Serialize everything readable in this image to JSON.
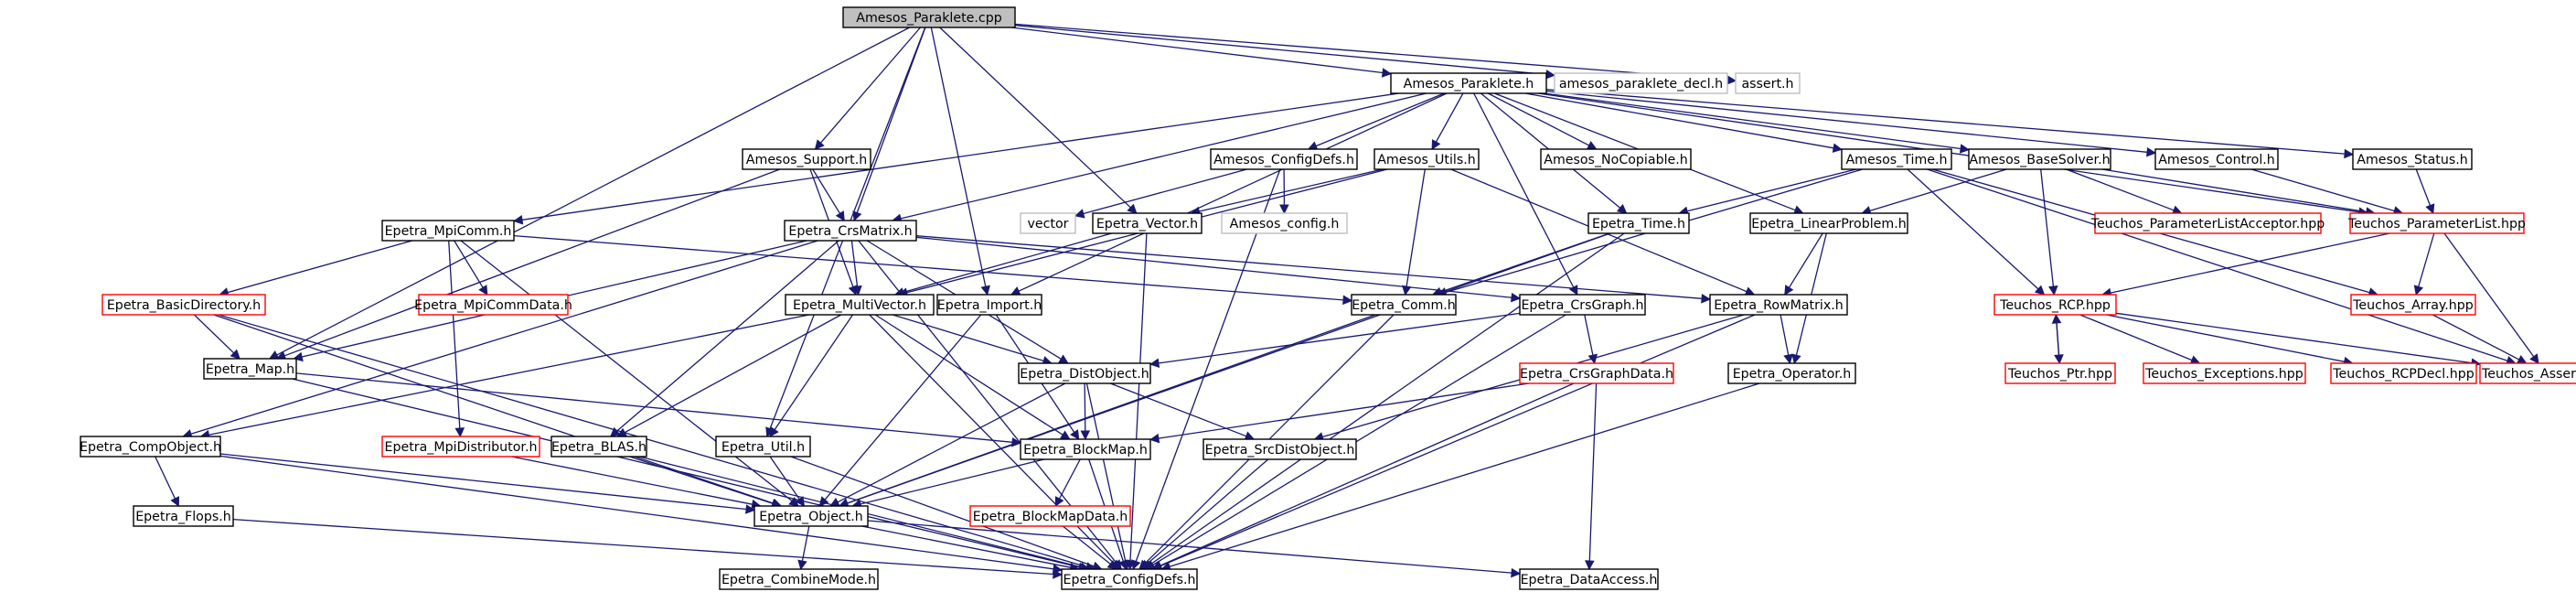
{
  "colors": {
    "edge": "#191970",
    "border_documented": "#000000",
    "border_undocumented": "#ff0000",
    "border_external": "#bfbfbf",
    "root_fill": "#bfbfbf",
    "fill": "#ffffff",
    "text": "#000000"
  },
  "nodes": [
    {
      "id": "amesos_paraklete_cpp",
      "label": "Amesos_Paraklete.cpp",
      "kind": "root"
    },
    {
      "id": "amesos_paraklete_h",
      "label": "Amesos_Paraklete.h",
      "kind": "normal"
    },
    {
      "id": "amesos_paraklete_decl_h",
      "label": "amesos_paraklete_decl.h",
      "kind": "external"
    },
    {
      "id": "assert_h",
      "label": "assert.h",
      "kind": "external"
    },
    {
      "id": "amesos_support_h",
      "label": "Amesos_Support.h",
      "kind": "normal"
    },
    {
      "id": "amesos_configdefs_h",
      "label": "Amesos_ConfigDefs.h",
      "kind": "normal"
    },
    {
      "id": "amesos_utils_h",
      "label": "Amesos_Utils.h",
      "kind": "normal"
    },
    {
      "id": "amesos_nocopiable_h",
      "label": "Amesos_NoCopiable.h",
      "kind": "normal"
    },
    {
      "id": "amesos_time_h",
      "label": "Amesos_Time.h",
      "kind": "normal"
    },
    {
      "id": "amesos_basesolver_h",
      "label": "Amesos_BaseSolver.h",
      "kind": "normal"
    },
    {
      "id": "amesos_control_h",
      "label": "Amesos_Control.h",
      "kind": "normal"
    },
    {
      "id": "amesos_status_h",
      "label": "Amesos_Status.h",
      "kind": "normal"
    },
    {
      "id": "epetra_mpicomm_h",
      "label": "Epetra_MpiComm.h",
      "kind": "normal"
    },
    {
      "id": "epetra_crsmatrix_h",
      "label": "Epetra_CrsMatrix.h",
      "kind": "normal"
    },
    {
      "id": "vector",
      "label": "vector",
      "kind": "external"
    },
    {
      "id": "epetra_vector_h",
      "label": "Epetra_Vector.h",
      "kind": "normal"
    },
    {
      "id": "amesos_config_h",
      "label": "Amesos_config.h",
      "kind": "external"
    },
    {
      "id": "epetra_time_h",
      "label": "Epetra_Time.h",
      "kind": "normal"
    },
    {
      "id": "epetra_linearproblem_h",
      "label": "Epetra_LinearProblem.h",
      "kind": "normal"
    },
    {
      "id": "teuchos_parameterlistacceptor_hpp",
      "label": "Teuchos_ParameterListAcceptor.hpp",
      "kind": "red"
    },
    {
      "id": "teuchos_parameterlist_hpp",
      "label": "Teuchos_ParameterList.hpp",
      "kind": "red"
    },
    {
      "id": "epetra_basicdirectory_h",
      "label": "Epetra_BasicDirectory.h",
      "kind": "red"
    },
    {
      "id": "epetra_mpicommdata_h",
      "label": "Epetra_MpiCommData.h",
      "kind": "red"
    },
    {
      "id": "epetra_multivector_h",
      "label": "Epetra_MultiVector.h",
      "kind": "normal"
    },
    {
      "id": "epetra_import_h",
      "label": "Epetra_Import.h",
      "kind": "normal"
    },
    {
      "id": "epetra_comm_h",
      "label": "Epetra_Comm.h",
      "kind": "normal"
    },
    {
      "id": "epetra_crsgraph_h",
      "label": "Epetra_CrsGraph.h",
      "kind": "normal"
    },
    {
      "id": "epetra_rowmatrix_h",
      "label": "Epetra_RowMatrix.h",
      "kind": "normal"
    },
    {
      "id": "teuchos_rcp_hpp",
      "label": "Teuchos_RCP.hpp",
      "kind": "red"
    },
    {
      "id": "teuchos_array_hpp",
      "label": "Teuchos_Array.hpp",
      "kind": "red"
    },
    {
      "id": "epetra_map_h",
      "label": "Epetra_Map.h",
      "kind": "normal"
    },
    {
      "id": "epetra_distobject_h",
      "label": "Epetra_DistObject.h",
      "kind": "normal"
    },
    {
      "id": "epetra_crsgraphdata_h",
      "label": "Epetra_CrsGraphData.h",
      "kind": "red"
    },
    {
      "id": "epetra_operator_h",
      "label": "Epetra_Operator.h",
      "kind": "normal"
    },
    {
      "id": "teuchos_ptr_hpp",
      "label": "Teuchos_Ptr.hpp",
      "kind": "red"
    },
    {
      "id": "teuchos_exceptions_hpp",
      "label": "Teuchos_Exceptions.hpp",
      "kind": "red"
    },
    {
      "id": "teuchos_rcpdecl_hpp",
      "label": "Teuchos_RCPDecl.hpp",
      "kind": "red"
    },
    {
      "id": "teuchos_assert_hpp",
      "label": "Teuchos_Assert.hpp",
      "kind": "red"
    },
    {
      "id": "epetra_compobject_h",
      "label": "Epetra_CompObject.h",
      "kind": "normal"
    },
    {
      "id": "epetra_mpidistributor_h",
      "label": "Epetra_MpiDistributor.h",
      "kind": "red"
    },
    {
      "id": "epetra_blas_h",
      "label": "Epetra_BLAS.h",
      "kind": "normal"
    },
    {
      "id": "epetra_util_h",
      "label": "Epetra_Util.h",
      "kind": "normal"
    },
    {
      "id": "epetra_blockmap_h",
      "label": "Epetra_BlockMap.h",
      "kind": "normal"
    },
    {
      "id": "epetra_srcdistobject_h",
      "label": "Epetra_SrcDistObject.h",
      "kind": "normal"
    },
    {
      "id": "epetra_flops_h",
      "label": "Epetra_Flops.h",
      "kind": "normal"
    },
    {
      "id": "epetra_object_h",
      "label": "Epetra_Object.h",
      "kind": "normal"
    },
    {
      "id": "epetra_blockmapdata_h",
      "label": "Epetra_BlockMapData.h",
      "kind": "red"
    },
    {
      "id": "epetra_combinemode_h",
      "label": "Epetra_CombineMode.h",
      "kind": "normal"
    },
    {
      "id": "epetra_configdefs_h",
      "label": "Epetra_ConfigDefs.h",
      "kind": "normal"
    },
    {
      "id": "epetra_dataaccess_h",
      "label": "Epetra_DataAccess.h",
      "kind": "normal"
    }
  ],
  "edges": [
    [
      "amesos_paraklete_cpp",
      "amesos_paraklete_h"
    ],
    [
      "amesos_paraklete_cpp",
      "amesos_paraklete_decl_h"
    ],
    [
      "amesos_paraklete_cpp",
      "assert_h"
    ],
    [
      "amesos_paraklete_cpp",
      "amesos_support_h"
    ],
    [
      "amesos_paraklete_cpp",
      "epetra_crsmatrix_h"
    ],
    [
      "amesos_paraklete_cpp",
      "epetra_vector_h"
    ],
    [
      "amesos_paraklete_cpp",
      "epetra_import_h"
    ],
    [
      "amesos_paraklete_cpp",
      "epetra_map_h"
    ],
    [
      "amesos_paraklete_cpp",
      "epetra_util_h"
    ],
    [
      "amesos_paraklete_h",
      "amesos_configdefs_h"
    ],
    [
      "amesos_paraklete_h",
      "amesos_utils_h"
    ],
    [
      "amesos_paraklete_h",
      "amesos_nocopiable_h"
    ],
    [
      "amesos_paraklete_h",
      "amesos_time_h"
    ],
    [
      "amesos_paraklete_h",
      "amesos_basesolver_h"
    ],
    [
      "amesos_paraklete_h",
      "amesos_control_h"
    ],
    [
      "amesos_paraklete_h",
      "amesos_status_h"
    ],
    [
      "amesos_paraklete_h",
      "epetra_mpicomm_h"
    ],
    [
      "amesos_paraklete_h",
      "epetra_crsmatrix_h"
    ],
    [
      "amesos_paraklete_h",
      "epetra_import_h"
    ],
    [
      "amesos_paraklete_h",
      "epetra_time_h"
    ],
    [
      "amesos_paraklete_h",
      "epetra_linearproblem_h"
    ],
    [
      "amesos_paraklete_h",
      "epetra_crsgraph_h"
    ],
    [
      "amesos_paraklete_h",
      "teuchos_parameterlist_hpp"
    ],
    [
      "amesos_support_h",
      "epetra_crsmatrix_h"
    ],
    [
      "amesos_support_h",
      "epetra_multivector_h"
    ],
    [
      "amesos_support_h",
      "epetra_map_h"
    ],
    [
      "amesos_configdefs_h",
      "vector"
    ],
    [
      "amesos_configdefs_h",
      "amesos_config_h"
    ],
    [
      "amesos_configdefs_h",
      "epetra_configdefs_h"
    ],
    [
      "amesos_utils_h",
      "epetra_vector_h"
    ],
    [
      "amesos_utils_h",
      "epetra_multivector_h"
    ],
    [
      "amesos_utils_h",
      "epetra_comm_h"
    ],
    [
      "amesos_utils_h",
      "epetra_rowmatrix_h"
    ],
    [
      "amesos_time_h",
      "epetra_time_h"
    ],
    [
      "amesos_time_h",
      "epetra_comm_h"
    ],
    [
      "amesos_time_h",
      "teuchos_rcp_hpp"
    ],
    [
      "amesos_time_h",
      "teuchos_array_hpp"
    ],
    [
      "amesos_time_h",
      "teuchos_assert_hpp"
    ],
    [
      "amesos_basesolver_h",
      "epetra_linearproblem_h"
    ],
    [
      "amesos_basesolver_h",
      "teuchos_parameterlistacceptor_hpp"
    ],
    [
      "amesos_basesolver_h",
      "teuchos_parameterlist_hpp"
    ],
    [
      "amesos_basesolver_h",
      "teuchos_rcp_hpp"
    ],
    [
      "amesos_control_h",
      "teuchos_parameterlist_hpp"
    ],
    [
      "amesos_status_h",
      "teuchos_parameterlist_hpp"
    ],
    [
      "epetra_mpicomm_h",
      "epetra_basicdirectory_h"
    ],
    [
      "epetra_mpicomm_h",
      "epetra_mpicommdata_h"
    ],
    [
      "epetra_mpicomm_h",
      "epetra_comm_h"
    ],
    [
      "epetra_mpicomm_h",
      "epetra_mpidistributor_h"
    ],
    [
      "epetra_mpicomm_h",
      "epetra_object_h"
    ],
    [
      "epetra_crsmatrix_h",
      "epetra_multivector_h"
    ],
    [
      "epetra_crsmatrix_h",
      "epetra_distobject_h"
    ],
    [
      "epetra_crsmatrix_h",
      "epetra_crsgraph_h"
    ],
    [
      "epetra_crsmatrix_h",
      "epetra_rowmatrix_h"
    ],
    [
      "epetra_crsmatrix_h",
      "epetra_map_h"
    ],
    [
      "epetra_crsmatrix_h",
      "epetra_compobject_h"
    ],
    [
      "epetra_crsmatrix_h",
      "epetra_blas_h"
    ],
    [
      "epetra_crsmatrix_h",
      "epetra_configdefs_h"
    ],
    [
      "epetra_vector_h",
      "epetra_multivector_h"
    ],
    [
      "epetra_vector_h",
      "epetra_configdefs_h"
    ],
    [
      "epetra_time_h",
      "epetra_comm_h"
    ],
    [
      "epetra_time_h",
      "epetra_object_h"
    ],
    [
      "epetra_time_h",
      "epetra_configdefs_h"
    ],
    [
      "epetra_linearproblem_h",
      "epetra_rowmatrix_h"
    ],
    [
      "epetra_linearproblem_h",
      "epetra_operator_h"
    ],
    [
      "teuchos_parameterlist_hpp",
      "teuchos_rcp_hpp"
    ],
    [
      "teuchos_parameterlist_hpp",
      "teuchos_array_hpp"
    ],
    [
      "teuchos_parameterlist_hpp",
      "teuchos_assert_hpp"
    ],
    [
      "epetra_basicdirectory_h",
      "epetra_map_h"
    ],
    [
      "epetra_basicdirectory_h",
      "epetra_object_h"
    ],
    [
      "epetra_basicdirectory_h",
      "epetra_configdefs_h"
    ],
    [
      "epetra_multivector_h",
      "epetra_distobject_h"
    ],
    [
      "epetra_multivector_h",
      "epetra_compobject_h"
    ],
    [
      "epetra_multivector_h",
      "epetra_blas_h"
    ],
    [
      "epetra_multivector_h",
      "epetra_util_h"
    ],
    [
      "epetra_multivector_h",
      "epetra_blockmap_h"
    ],
    [
      "epetra_multivector_h",
      "epetra_configdefs_h"
    ],
    [
      "epetra_import_h",
      "epetra_object_h"
    ],
    [
      "epetra_import_h",
      "epetra_blockmap_h"
    ],
    [
      "epetra_comm_h",
      "epetra_object_h"
    ],
    [
      "epetra_comm_h",
      "epetra_configdefs_h"
    ],
    [
      "epetra_crsgraph_h",
      "epetra_distobject_h"
    ],
    [
      "epetra_crsgraph_h",
      "epetra_crsgraphdata_h"
    ],
    [
      "epetra_crsgraph_h",
      "epetra_configdefs_h"
    ],
    [
      "epetra_rowmatrix_h",
      "epetra_operator_h"
    ],
    [
      "epetra_rowmatrix_h",
      "epetra_srcdistobject_h"
    ],
    [
      "epetra_rowmatrix_h",
      "epetra_configdefs_h"
    ],
    [
      "teuchos_rcp_hpp",
      "teuchos_ptr_hpp"
    ],
    [
      "teuchos_ptr_hpp",
      "teuchos_rcp_hpp"
    ],
    [
      "teuchos_rcp_hpp",
      "teuchos_exceptions_hpp"
    ],
    [
      "teuchos_rcp_hpp",
      "teuchos_rcpdecl_hpp"
    ],
    [
      "teuchos_rcp_hpp",
      "teuchos_assert_hpp"
    ],
    [
      "teuchos_array_hpp",
      "teuchos_assert_hpp"
    ],
    [
      "epetra_map_h",
      "epetra_blockmap_h"
    ],
    [
      "epetra_map_h",
      "epetra_configdefs_h"
    ],
    [
      "epetra_distobject_h",
      "epetra_blockmap_h"
    ],
    [
      "epetra_distobject_h",
      "epetra_srcdistobject_h"
    ],
    [
      "epetra_distobject_h",
      "epetra_object_h"
    ],
    [
      "epetra_distobject_h",
      "epetra_configdefs_h"
    ],
    [
      "epetra_crsgraphdata_h",
      "epetra_blockmap_h"
    ],
    [
      "epetra_crsgraphdata_h",
      "epetra_dataaccess_h"
    ],
    [
      "epetra_crsgraphdata_h",
      "epetra_configdefs_h"
    ],
    [
      "epetra_operator_h",
      "epetra_configdefs_h"
    ],
    [
      "epetra_compobject_h",
      "epetra_flops_h"
    ],
    [
      "epetra_compobject_h",
      "epetra_object_h"
    ],
    [
      "epetra_compobject_h",
      "epetra_configdefs_h"
    ],
    [
      "epetra_mpidistributor_h",
      "epetra_object_h"
    ],
    [
      "epetra_blas_h",
      "epetra_object_h"
    ],
    [
      "epetra_blas_h",
      "epetra_configdefs_h"
    ],
    [
      "epetra_util_h",
      "epetra_object_h"
    ],
    [
      "epetra_util_h",
      "epetra_configdefs_h"
    ],
    [
      "epetra_blockmap_h",
      "epetra_object_h"
    ],
    [
      "epetra_blockmap_h",
      "epetra_blockmapdata_h"
    ],
    [
      "epetra_blockmap_h",
      "epetra_configdefs_h"
    ],
    [
      "epetra_srcdistobject_h",
      "epetra_configdefs_h"
    ],
    [
      "epetra_flops_h",
      "epetra_configdefs_h"
    ],
    [
      "epetra_object_h",
      "epetra_combinemode_h"
    ],
    [
      "epetra_object_h",
      "epetra_configdefs_h"
    ],
    [
      "epetra_object_h",
      "epetra_dataaccess_h"
    ],
    [
      "epetra_blockmapdata_h",
      "epetra_configdefs_h"
    ]
  ]
}
